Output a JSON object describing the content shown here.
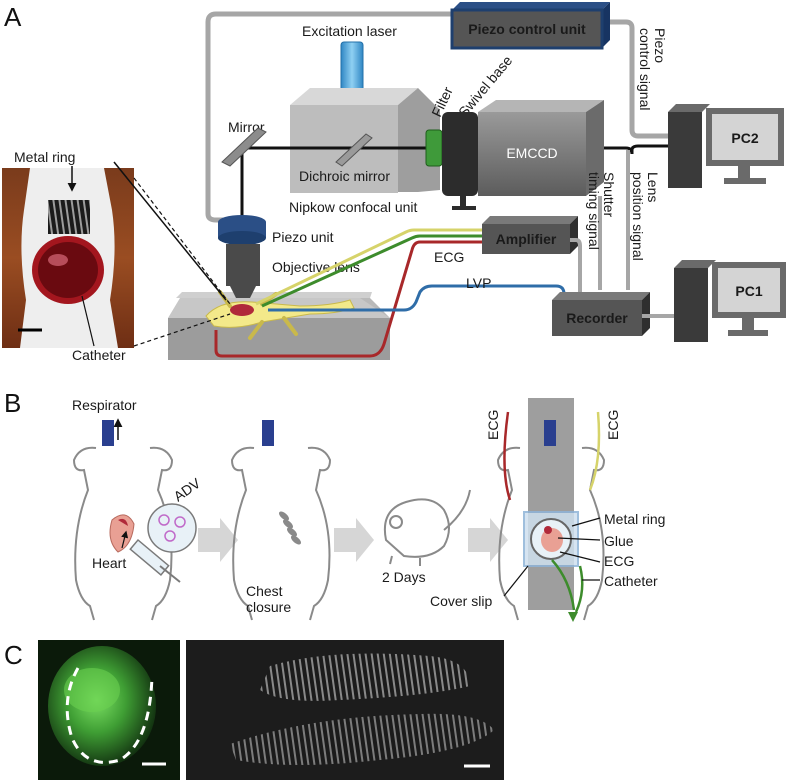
{
  "panels": {
    "a": "A",
    "b": "B",
    "c": "C"
  },
  "panel_a": {
    "piezo_control_unit": "Piezo control unit",
    "excitation_laser": "Excitation laser",
    "piezo_control_signal_1": "Piezo",
    "piezo_control_signal_2": "control signal",
    "filter": "Filter",
    "swivel_base": "Swivel base",
    "mirror": "Mirror",
    "dichroic_mirror": "Dichroic mirror",
    "emccd": "EMCCD",
    "pc2": "PC2",
    "pc1": "PC1",
    "metal_ring": "Metal ring",
    "nipkow": "Nipkow confocal unit",
    "piezo_unit": "Piezo unit",
    "objective_lens": "Objective lens",
    "amplifier": "Amplifier",
    "ecg": "ECG",
    "lvp": "LVP",
    "recorder": "Recorder",
    "shutter_1": "Shutter",
    "shutter_2": "timing signal",
    "lens_1": "Lens",
    "lens_2": "position signal",
    "catheter": "Catheter"
  },
  "panel_b": {
    "respirator": "Respirator",
    "adv": "ADV",
    "heart": "Heart",
    "chest_1": "Chest",
    "chest_2": "closure",
    "two_days": "2 Days",
    "ecg_left": "ECG",
    "ecg_right": "ECG",
    "metal_ring": "Metal ring",
    "glue": "Glue",
    "ecg": "ECG",
    "catheter": "Catheter",
    "cover_slip": "Cover slip"
  },
  "colors": {
    "box_dark": "#4a4a4a",
    "piezo_blue": "#1e3f6e",
    "laser_blue": "#4aa3d9",
    "mouse_yellow": "#f3e98a",
    "ecg_yellow": "#d6d36a",
    "ecg_green": "#3d8c2c",
    "lvp_blue": "#2f6da8",
    "red_cable": "#a8282a",
    "filter_green": "#3f9a3a",
    "fluor_green": "#4fb84a"
  }
}
